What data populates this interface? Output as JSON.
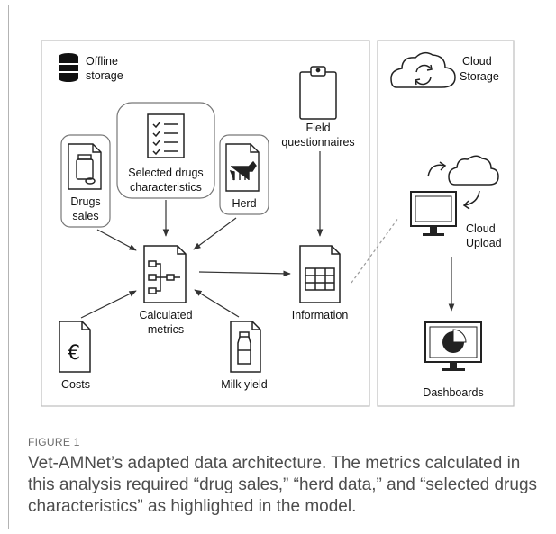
{
  "figure": {
    "offline_label_1": "Offline",
    "offline_label_2": "storage",
    "cloud_storage_1": "Cloud",
    "cloud_storage_2": "Storage",
    "selected_drugs_1": "Selected drugs",
    "selected_drugs_2": "characteristics",
    "drugs_sales_1": "Drugs",
    "drugs_sales_2": "sales",
    "herd": "Herd",
    "field_1": "Field",
    "field_2": "questionnaires",
    "calc_1": "Calculated",
    "calc_2": "metrics",
    "information": "Information",
    "costs": "Costs",
    "milk_yield": "Milk yield",
    "cloud_upload_1": "Cloud",
    "cloud_upload_2": "Upload",
    "dashboards": "Dashboards",
    "euro_symbol": "€"
  },
  "caption": {
    "label": "FIGURE 1",
    "text": "Vet-AMNet’s adapted data architecture. The metrics calculated in this analysis required “drug sales,” “herd data,” and “selected drugs characteristics” as highlighted in the model."
  }
}
